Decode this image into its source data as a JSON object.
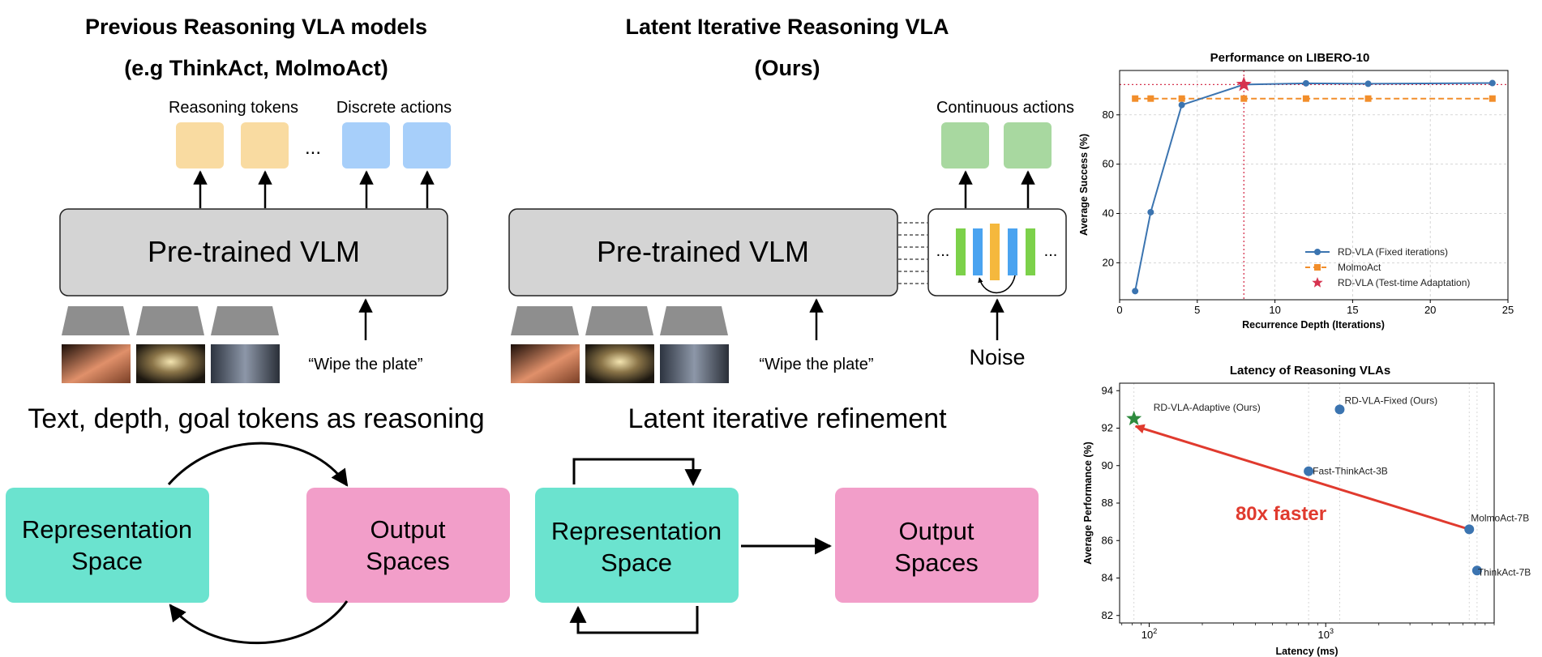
{
  "left_panel": {
    "title_line1": "Previous Reasoning VLA models",
    "title_line2": "(e.g ThinkAct, MolmoAct)",
    "reasoning_tokens_label": "Reasoning tokens",
    "discrete_actions_label": "Discrete actions",
    "ellipsis": "...",
    "vlm_label": "Pre-trained VLM",
    "instruction": "“Wipe the plate”",
    "subtitle": "Text, depth, goal tokens as reasoning",
    "representation_label_line1": "Representation",
    "representation_label_line2": "Space",
    "output_label_line1": "Output",
    "output_label_line2": "Spaces"
  },
  "middle_panel": {
    "title_line1": "Latent Iterative Reasoning VLA",
    "title_line2": "(Ours)",
    "continuous_actions_label": "Continuous actions",
    "vlm_label": "Pre-trained VLM",
    "ellipsis": "...",
    "instruction": "“Wipe the plate”",
    "noise_label": "Noise",
    "subtitle": "Latent iterative refinement",
    "representation_label_line1": "Representation",
    "representation_label_line2": "Space",
    "output_label_line1": "Output",
    "output_label_line2": "Spaces"
  },
  "colors": {
    "reasoning_token": "#F9DBA1",
    "discrete_action": "#A7CFFA",
    "continuous_action": "#A8D8A0",
    "vlm_box": "#D4D4D4",
    "representation": "#6BE3CF",
    "output": "#F29EC9",
    "frustum": "#8E8E8E",
    "unet_green": "#7CD14A",
    "unet_blue": "#4AA3F0",
    "unet_orange": "#F5B83D",
    "series_rdvla": "#3B74B0",
    "series_molmo": "#F28E2B",
    "series_adapt": "#D6334F",
    "annotation_red": "#E03A2E",
    "adaptive_star": "#2E8B3E"
  },
  "chart_data": [
    {
      "type": "line",
      "title": "Performance on LIBERO-10",
      "xlabel": "Recurrence Depth (Iterations)",
      "ylabel": "Average Success (%)",
      "xlim": [
        0,
        25
      ],
      "ylim": [
        5,
        98
      ],
      "xticks": [
        0,
        5,
        10,
        15,
        20,
        25
      ],
      "yticks": [
        20,
        40,
        60,
        80
      ],
      "grid": true,
      "legend_position": "lower-right",
      "reference_lines": {
        "x": 8,
        "y": 92.3
      },
      "series": [
        {
          "name": "RD-VLA (Fixed iterations)",
          "x": [
            1,
            2,
            4,
            8,
            12,
            16,
            24
          ],
          "y": [
            8.5,
            40.5,
            84,
            92.3,
            92.8,
            92.6,
            92.9
          ]
        },
        {
          "name": "MolmoAct",
          "x": [
            1,
            2,
            4,
            8,
            12,
            16,
            24
          ],
          "y": [
            86.6,
            86.6,
            86.6,
            86.6,
            86.6,
            86.6,
            86.6
          ]
        },
        {
          "name": "RD-VLA (Test-time Adaptation)",
          "x": [
            8
          ],
          "y": [
            92.3
          ]
        }
      ]
    },
    {
      "type": "scatter",
      "title": "Latency of Reasoning VLAs",
      "xlabel": "Latency (ms)",
      "ylabel": "Average Performance (%)",
      "xscale": "log",
      "xlim": [
        68,
        9000
      ],
      "ylim": [
        81.6,
        94.4
      ],
      "xticks": [
        100,
        1000
      ],
      "xtick_labels": [
        "10",
        "10"
      ],
      "xtick_exponents": [
        "2",
        "3"
      ],
      "yticks": [
        82,
        84,
        86,
        88,
        90,
        92,
        94
      ],
      "grid": true,
      "points": [
        {
          "name": "RD-VLA-Adaptive (Ours)",
          "x": 82,
          "y": 92.5
        },
        {
          "name": "RD-VLA-Fixed (Ours)",
          "x": 1200,
          "y": 93.0
        },
        {
          "name": "Fast-ThinkAct-3B",
          "x": 800,
          "y": 89.7
        },
        {
          "name": "MolmoAct-7B",
          "x": 6500,
          "y": 86.6
        },
        {
          "name": "ThinkAct-7B",
          "x": 7200,
          "y": 84.4
        }
      ],
      "annotation": {
        "text": "80x faster",
        "from": {
          "x": 6500,
          "y": 86.6
        },
        "to": {
          "x": 82,
          "y": 92.1
        }
      }
    }
  ]
}
